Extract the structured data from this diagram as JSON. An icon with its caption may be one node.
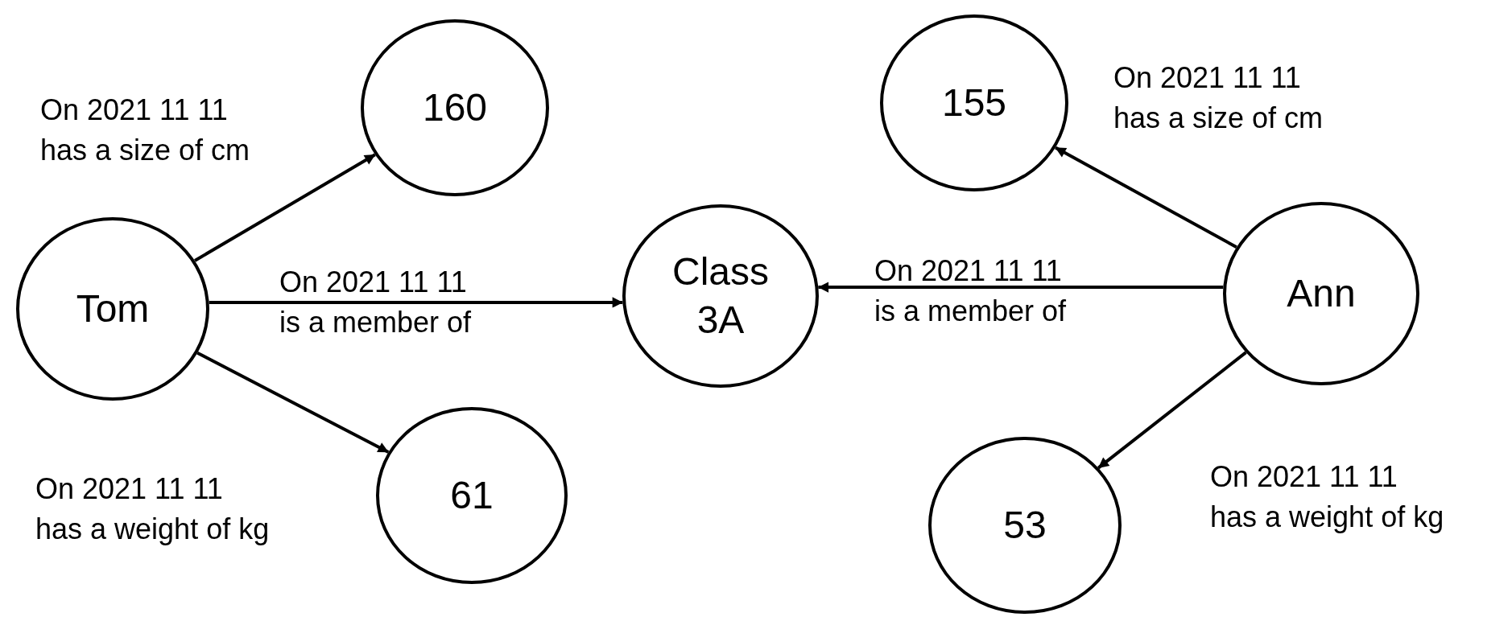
{
  "diagram": {
    "nodes": [
      {
        "text": [
          "Tom"
        ]
      },
      {
        "text": [
          "160"
        ]
      },
      {
        "text": [
          "61"
        ]
      },
      {
        "text": [
          "Class 3A"
        ]
      },
      {
        "text": [
          "155"
        ]
      },
      {
        "text": [
          "Ann"
        ]
      },
      {
        "text": [
          "53"
        ]
      }
    ],
    "edges": [
      {
        "from": 0,
        "to": 1,
        "arrow": "to",
        "label": "On 2021 11 11 has a size of cm"
      },
      {
        "from": 0,
        "to": 3,
        "arrow": "to",
        "label": "On 2021 11 11 is a member of"
      },
      {
        "from": 0,
        "to": 2,
        "arrow": "to",
        "label": "On 2021 11 11 has a weight of kg"
      },
      {
        "from": 5,
        "to": 4,
        "arrow": "to",
        "label": "On 2021 11 11 has a size of cm"
      },
      {
        "from": 5,
        "to": 3,
        "arrow": "to",
        "label": "On 2021 11 11 is a member of"
      },
      {
        "from": 5,
        "to": 6,
        "arrow": "to",
        "label": "On 2021 11 11 has a weight of kg"
      }
    ]
  }
}
